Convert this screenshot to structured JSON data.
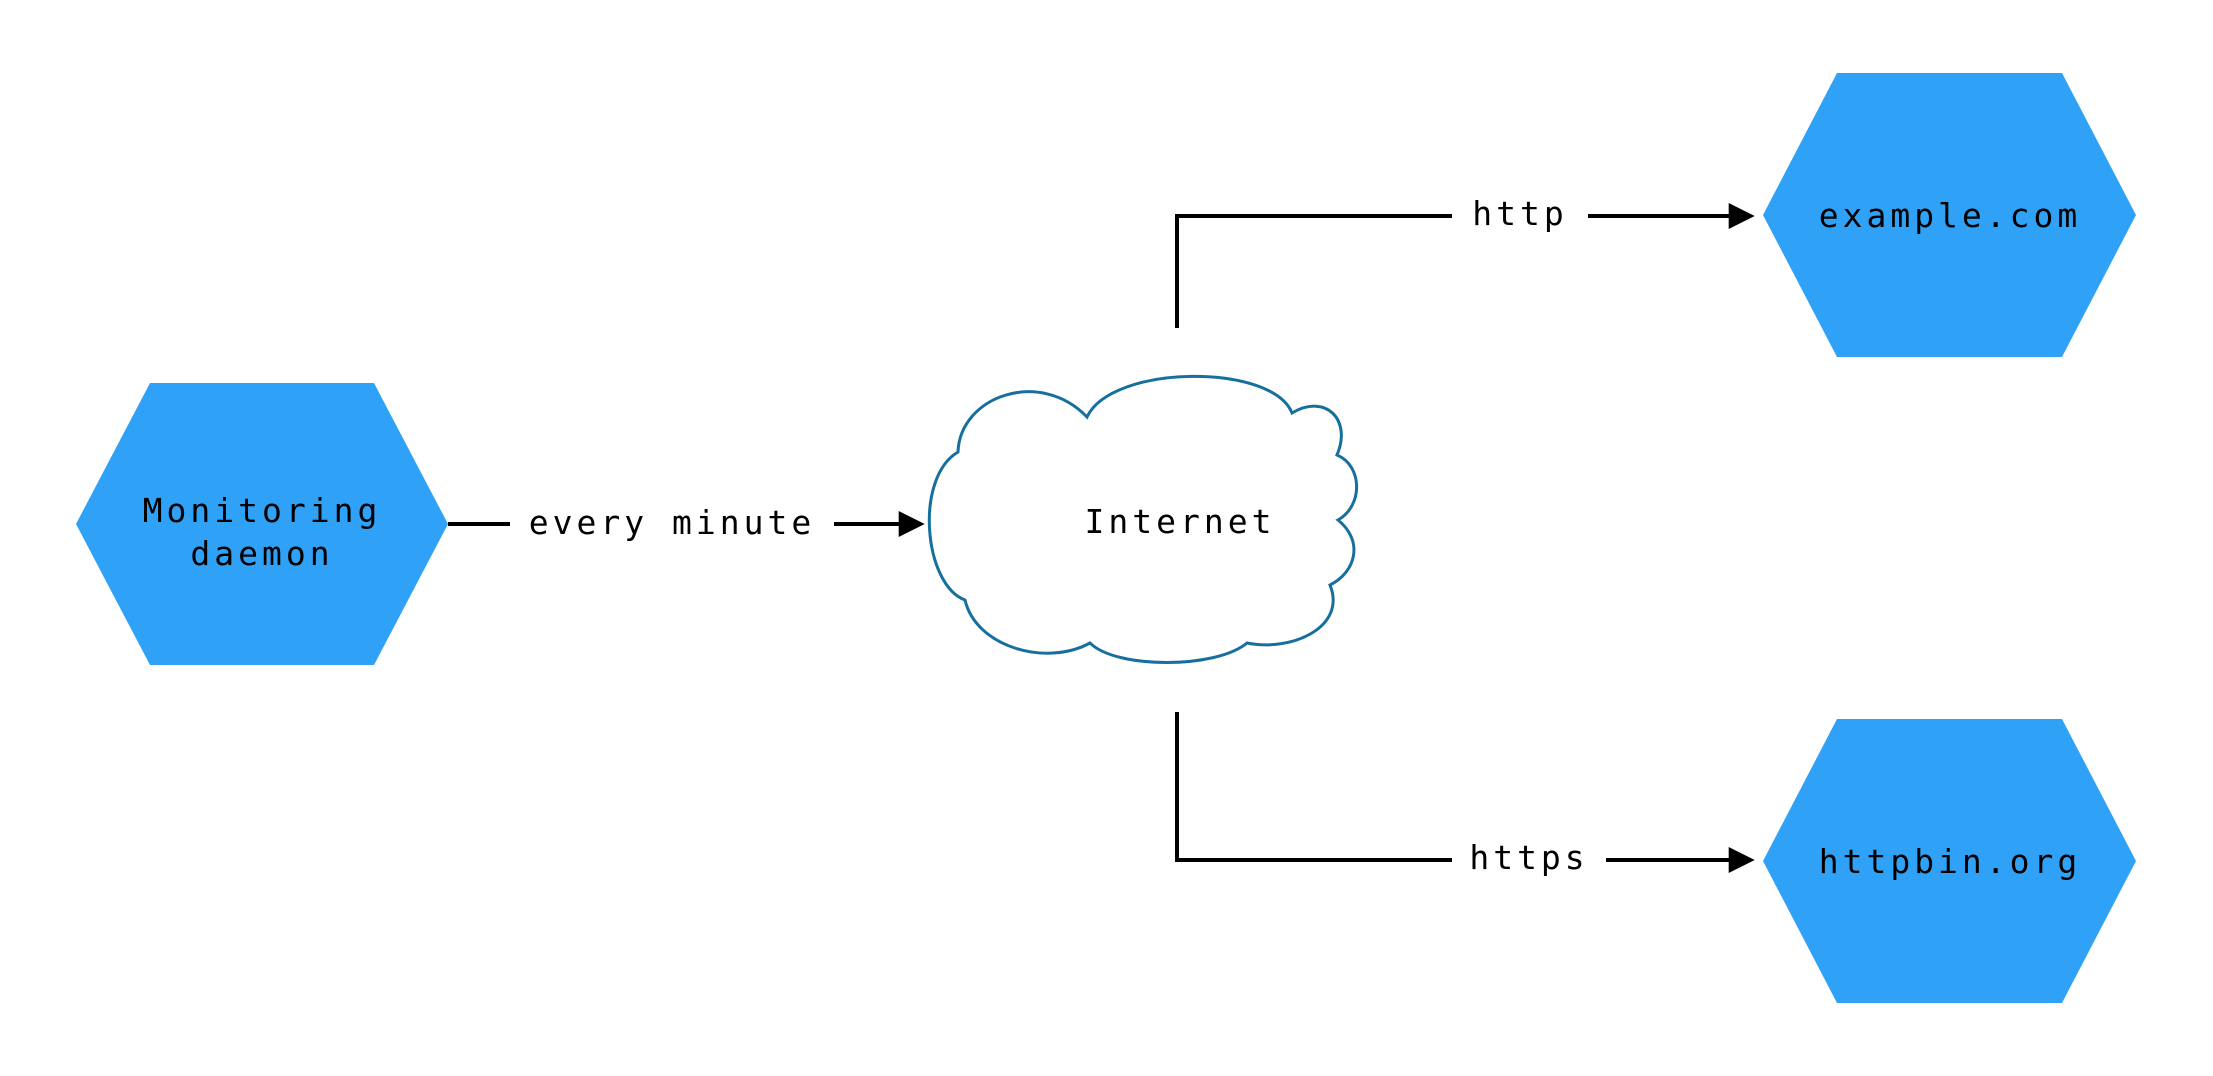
{
  "nodes": {
    "monitoring": {
      "line1": "Monitoring",
      "line2": "daemon",
      "shape": "hexagon"
    },
    "internet": {
      "label": "Internet",
      "shape": "cloud"
    },
    "example": {
      "label": "example.com",
      "shape": "hexagon"
    },
    "httpbin": {
      "label": "httpbin.org",
      "shape": "hexagon"
    }
  },
  "edges": {
    "monitoring_to_internet": {
      "label": "every minute"
    },
    "internet_to_example": {
      "label": "http"
    },
    "internet_to_httpbin": {
      "label": "https"
    }
  },
  "colors": {
    "node_fill": "#2FA2F8",
    "node_text": "#ffffff",
    "cloud_stroke": "#176F9E",
    "cloud_fill": "#ffffff",
    "edge": "#000000",
    "label_text": "#000000",
    "background": "#ffffff"
  }
}
